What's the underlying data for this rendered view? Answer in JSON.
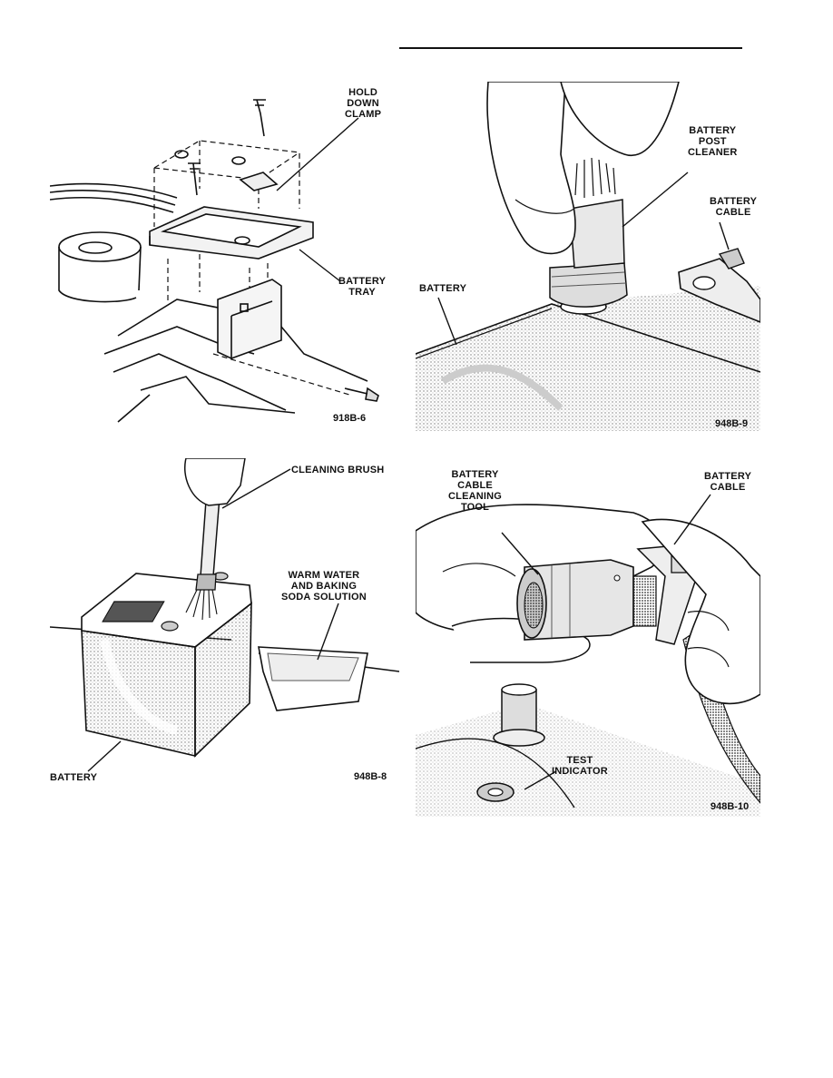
{
  "figures": [
    {
      "code": "918B-6",
      "labels": {
        "hold_down_clamp": [
          "HOLD",
          "DOWN",
          "CLAMP"
        ],
        "battery_tray": [
          "BATTERY",
          "TRAY"
        ]
      }
    },
    {
      "code": "948B-9",
      "labels": {
        "battery_post_cleaner": [
          "BATTERY",
          "POST",
          "CLEANER"
        ],
        "battery_cable": [
          "BATTERY",
          "CABLE"
        ],
        "battery": "BATTERY"
      }
    },
    {
      "code": "948B-8",
      "labels": {
        "cleaning_brush": "CLEANING BRUSH",
        "solution": [
          "WARM WATER",
          "AND BAKING",
          "SODA SOLUTION"
        ],
        "battery": "BATTERY"
      }
    },
    {
      "code": "948B-10",
      "labels": {
        "cable_cleaning_tool": [
          "BATTERY",
          "CABLE",
          "CLEANING",
          "TOOL"
        ],
        "battery_cable": [
          "BATTERY",
          "CABLE"
        ],
        "test_indicator": [
          "TEST",
          "INDICATOR"
        ]
      }
    }
  ]
}
